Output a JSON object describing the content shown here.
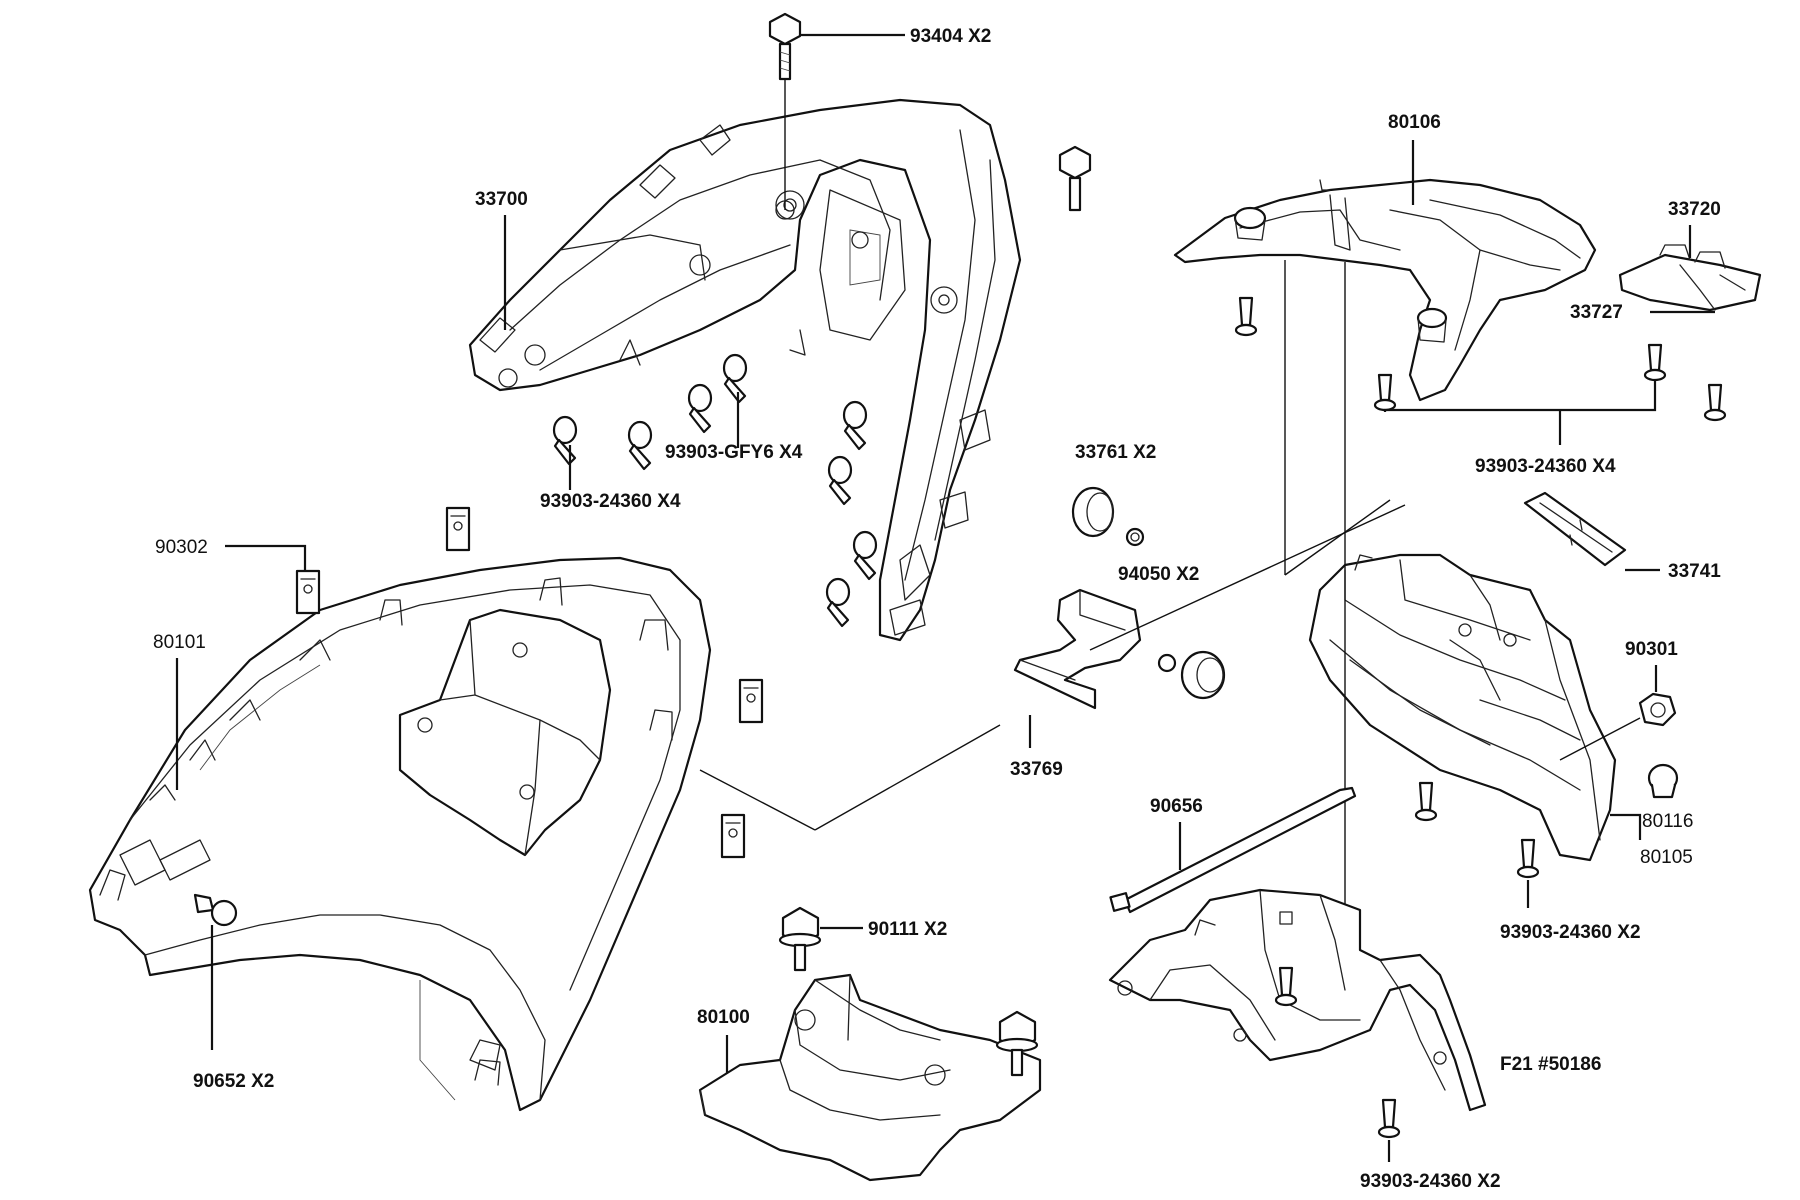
{
  "diagram": {
    "labels": {
      "p93404": "93404 X2",
      "p33700": "33700",
      "p93903_gfy6": "93903-GFY6 X4",
      "p93903_24360_a": "93903-24360 X4",
      "p80106": "80106",
      "p33720": "33720",
      "p33727": "33727",
      "p93903_24360_b": "93903-24360 X4",
      "p33761": "33761  X2",
      "p94050": "94050  X2",
      "p33741": "33741",
      "p90302": "90302",
      "p80101": "80101",
      "p33769": "33769",
      "p90301": "90301",
      "p80116": "80116",
      "p80105": "80105",
      "p90656": "90656",
      "p93903_24360_c": "93903-24360 X2",
      "p90111": "90111  X2",
      "p80100": "80100",
      "p90652": "90652   X2",
      "pF21": "F21 #50186",
      "p93903_24360_d": "93903-24360 X2"
    }
  }
}
